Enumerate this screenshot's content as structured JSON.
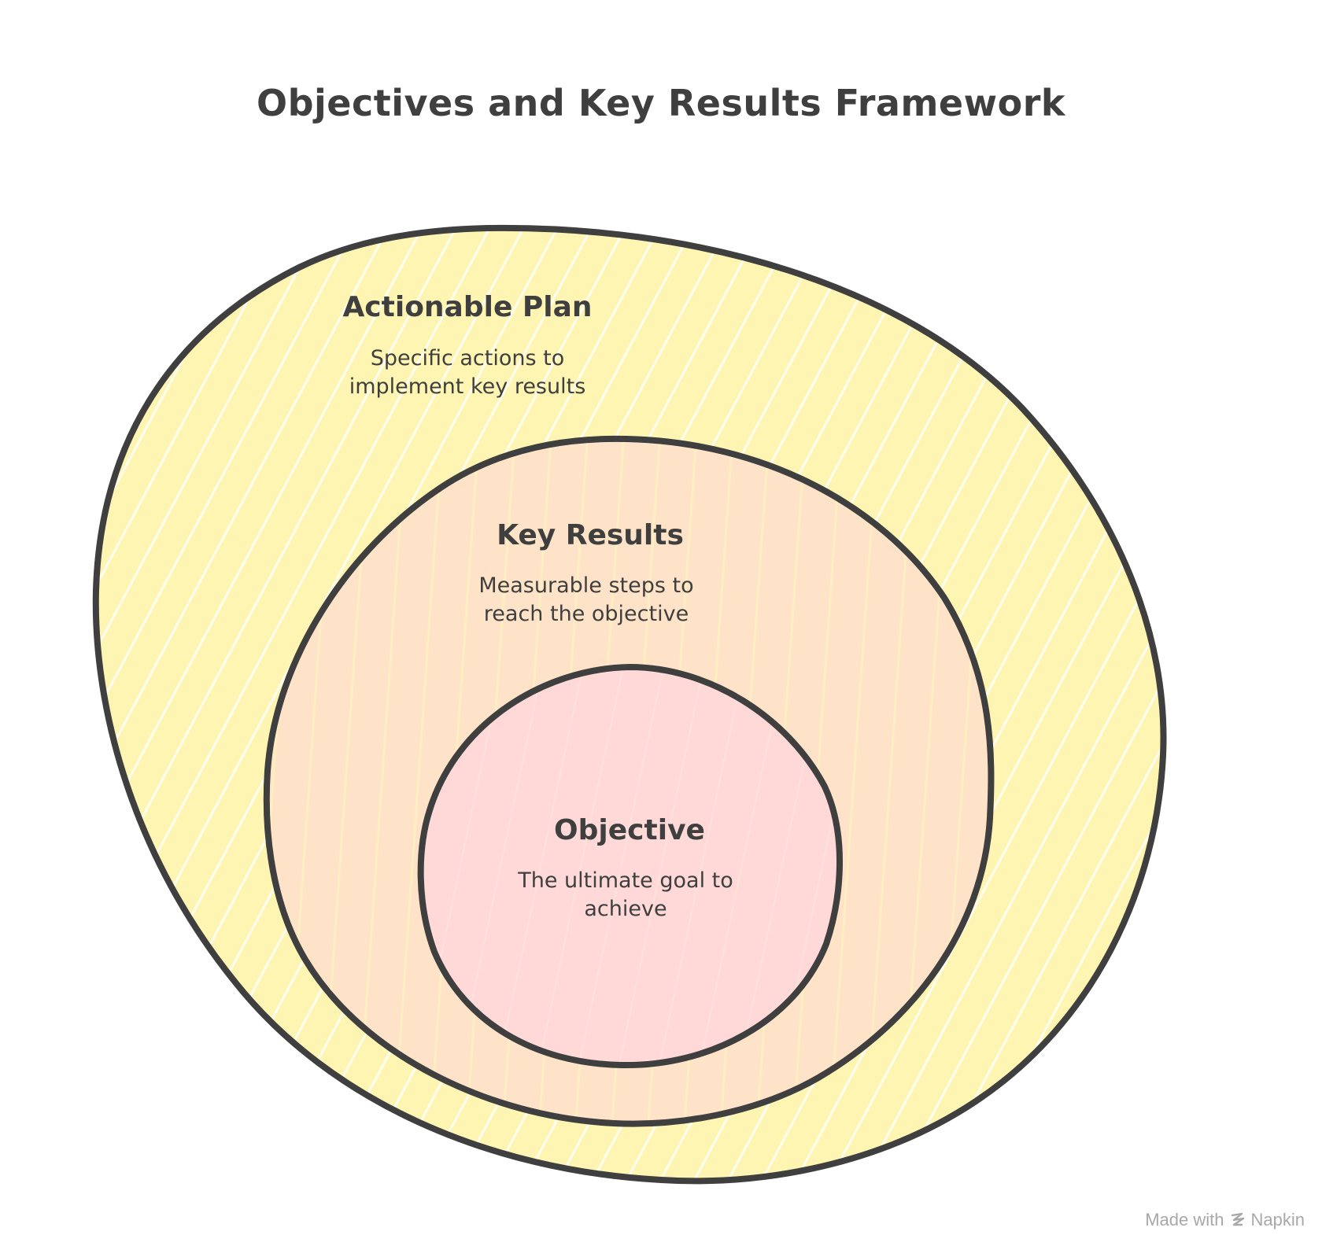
{
  "title": "Objectives and Key Results Framework",
  "colors": {
    "outline": "#3f3f3f",
    "actionable_plan_fill": "#fff5b3",
    "key_results_fill": "#ffe3c8",
    "objective_fill": "#ffd9d8",
    "watermark": "#a8a8a8"
  },
  "layers": {
    "actionable_plan": {
      "label": "Actionable Plan",
      "description_line1": "Specific actions to",
      "description_line2": "implement key results"
    },
    "key_results": {
      "label": "Key Results",
      "description_line1": "Measurable steps to",
      "description_line2": "reach the objective"
    },
    "objective": {
      "label": "Objective",
      "description_line1": "The ultimate goal to",
      "description_line2": "achieve"
    }
  },
  "watermark": {
    "prefix": "Made with",
    "brand": "Napkin",
    "icon": "napkin-logo-icon"
  }
}
